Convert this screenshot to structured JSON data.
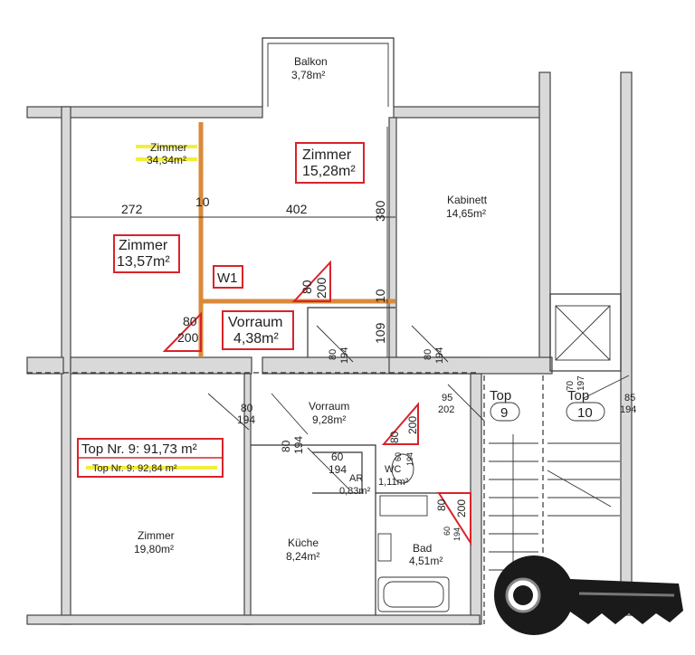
{
  "rooms": {
    "balkon": {
      "name": "Balkon",
      "area": "3,78m²"
    },
    "zimmer_total": {
      "name": "Zimmer",
      "area": "34,34m²"
    },
    "zimmer_a": {
      "name": "Zimmer",
      "area": "15,28m²"
    },
    "zimmer_b": {
      "name": "Zimmer",
      "area": "13,57m²"
    },
    "kabinett": {
      "name": "Kabinett",
      "area": "14,65m²"
    },
    "vorraum_small": {
      "name": "Vorraum",
      "area": "4,38m²"
    },
    "vorraum": {
      "name": "Vorraum",
      "area": "9,28m²"
    },
    "ar": {
      "name": "AR",
      "area": "0,83m²"
    },
    "wc": {
      "name": "WC",
      "area": "1,11m²"
    },
    "zimmer_c": {
      "name": "Zimmer",
      "area": "19,80m²"
    },
    "kueche": {
      "name": "Küche",
      "area": "8,24m²"
    },
    "bad": {
      "name": "Bad",
      "area": "4,51m²"
    }
  },
  "labels": {
    "w1": "W1",
    "top9_area_old": "Top Nr. 9: 91,73 m²",
    "top9_area_new": "Top Nr. 9: 92,84 m²",
    "top9": {
      "prefix": "Top",
      "number": "9"
    },
    "top10": {
      "prefix": "Top",
      "number": "10"
    }
  },
  "dimensions": {
    "d272": "272",
    "d10a": "10",
    "d402": "402",
    "d380": "380",
    "d10b": "10",
    "d109": "109"
  },
  "doors": [
    {
      "w": "80",
      "h": "200"
    },
    {
      "w": "80",
      "h": "200"
    },
    {
      "w": "80",
      "h": "194"
    },
    {
      "w": "80",
      "h": "194"
    },
    {
      "w": "80",
      "h": "194"
    },
    {
      "w": "80",
      "h": "194"
    },
    {
      "w": "60",
      "h": "194"
    },
    {
      "w": "80",
      "h": "200"
    },
    {
      "w": "60",
      "h": "194"
    },
    {
      "w": "80",
      "h": "200"
    },
    {
      "w": "60",
      "h": "194"
    },
    {
      "w": "95",
      "h": "202"
    },
    {
      "w": "70",
      "h": "197"
    },
    {
      "w": "85",
      "h": "194"
    }
  ],
  "colors": {
    "markup_red": "#d8232a",
    "highlight_yellow": "#f2ef3a",
    "new_wall_orange": "#d98a3a"
  }
}
